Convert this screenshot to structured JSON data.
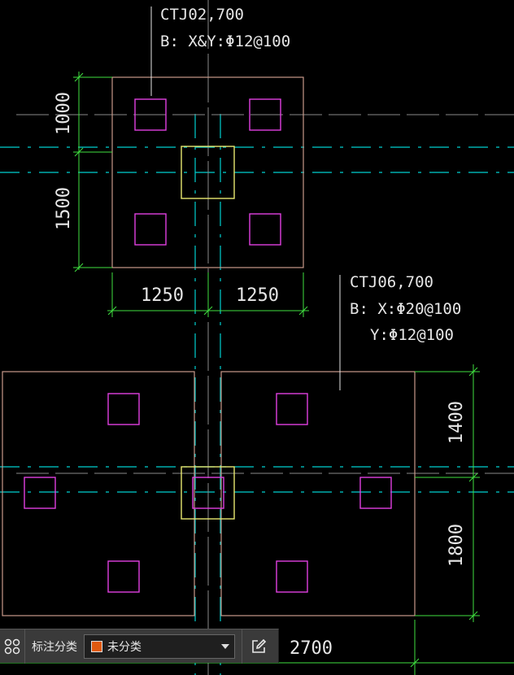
{
  "annotations": {
    "ctj02_name": "CTJ02,700",
    "ctj02_rebar": "B: X&Y:Φ12@100",
    "ctj06_name": "CTJ06,700",
    "ctj06_rebar_x": "B: X:Φ20@100",
    "ctj06_rebar_y": "Y:Φ12@100"
  },
  "dimensions": {
    "d1000": "1000",
    "d1500": "1500",
    "d1250_left": "1250",
    "d1250_right": "1250",
    "d1400": "1400",
    "d1800": "1800",
    "d2700": "2700"
  },
  "toolbar": {
    "label": "标注分类",
    "selected": "未分类",
    "swatch_color": "#e05a10",
    "layout_icon": "four-circles-icon",
    "edit_icon": "edit-icon"
  },
  "colors": {
    "foundation_outline": "#c99a8a",
    "pile": "#e040e0",
    "column": "#e8e870",
    "axis": "#00d0d0",
    "dimension": "#40e040",
    "leader": "#e6e6e6"
  }
}
